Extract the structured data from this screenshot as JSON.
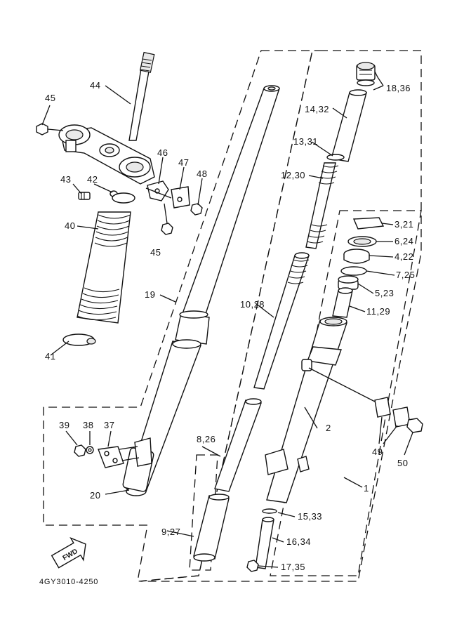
{
  "labels": {
    "p1": "1",
    "p2": "2",
    "p3_21": "3,21",
    "p4_22": "4,22",
    "p5_23": "5,23",
    "p6_24": "6,24",
    "p7_25": "7,25",
    "p8_26": "8,26",
    "p9_27": "9,27",
    "p10_28": "10,28",
    "p11_29": "11,29",
    "p12_30": "12,30",
    "p13_31": "13,31",
    "p14_32": "14,32",
    "p15_33": "15,33",
    "p16_34": "16,34",
    "p17_35": "17,35",
    "p18_36": "18,36",
    "p19": "19",
    "p20": "20",
    "p37": "37",
    "p38": "38",
    "p39": "39",
    "p40": "40",
    "p41": "41",
    "p42": "42",
    "p43": "43",
    "p44": "44",
    "p45a": "45",
    "p45b": "45",
    "p46": "46",
    "p47": "47",
    "p48": "48",
    "p49": "49",
    "p50": "50"
  },
  "fwd_badge": "FWD",
  "diagram_code": "4GY3010-4250"
}
